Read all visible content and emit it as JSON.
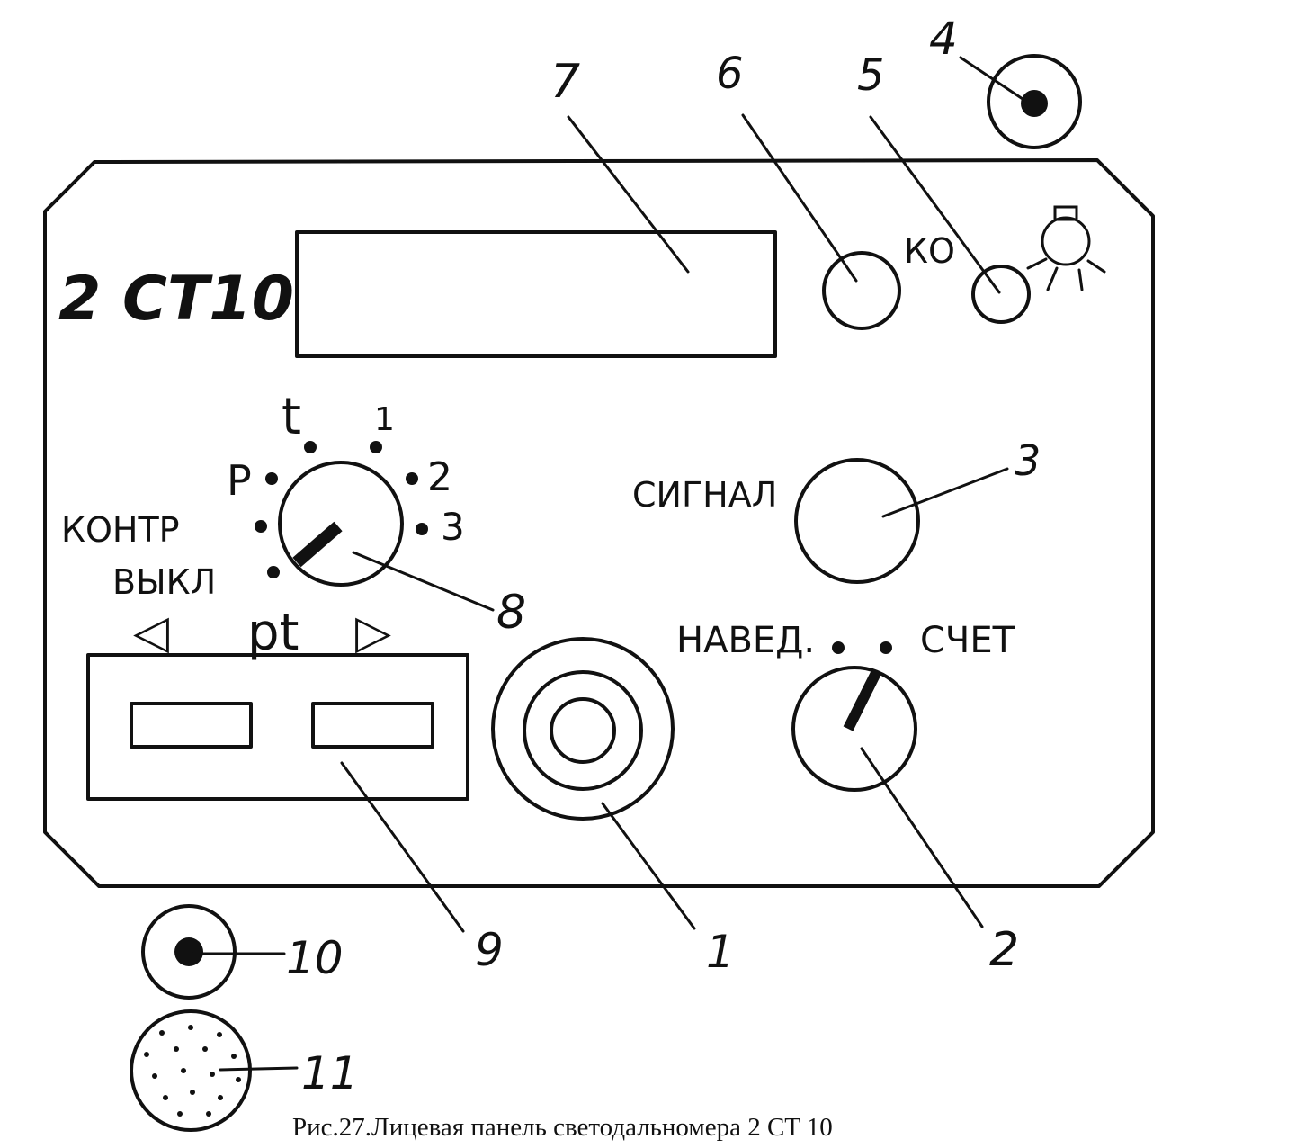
{
  "device": {
    "model": "2 CT10",
    "display_callout": "7"
  },
  "labels": {
    "ko": "КО",
    "signal": "СИГНАЛ",
    "kontr": "КОНТР",
    "vykl": "ВЫКЛ",
    "naved": "НАВЕД.",
    "schet": "СЧЕТ",
    "pt": "pt",
    "arrow_left": "◁",
    "arrow_right": "▷"
  },
  "switch_positions": {
    "t": "t",
    "one": "1",
    "p": "P",
    "two": "2",
    "three": "3"
  },
  "callouts": {
    "c1": "1",
    "c2": "2",
    "c3": "3",
    "c4": "4",
    "c5": "5",
    "c6": "6",
    "c7": "7",
    "c8": "8",
    "c9": "9",
    "c10": "10",
    "c11": "11"
  },
  "caption": "Рис.27.Лицевая панель светодальномера  2 CT 10"
}
